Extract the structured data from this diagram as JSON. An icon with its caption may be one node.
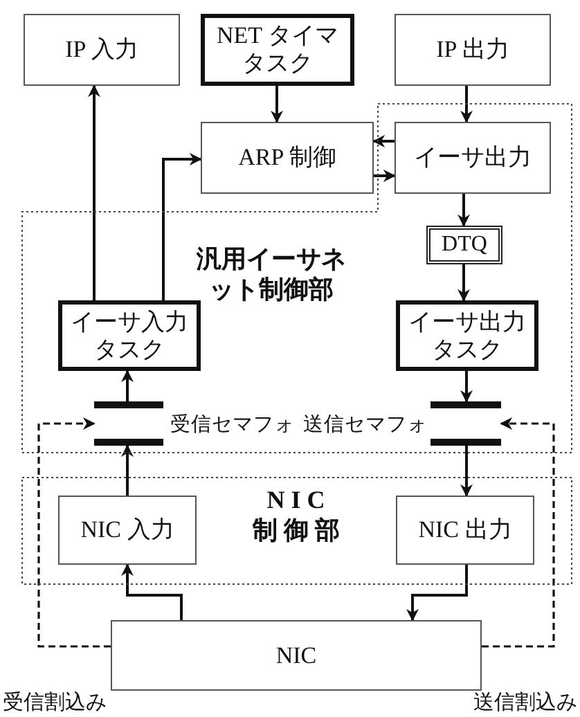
{
  "diagram": {
    "nodes": [
      {
        "text": [
          "IP 入力"
        ]
      },
      {
        "text": [
          "NET タイマタスク"
        ]
      },
      {
        "text": [
          "IP 出力"
        ]
      },
      {
        "text": [
          "ARP 制御"
        ]
      },
      {
        "text": [
          "汎用イーサネット制御部"
        ]
      },
      {
        "text": [
          "イーサ出力"
        ],
        "in": 4
      },
      {
        "text": [
          "DTQ"
        ],
        "in": 4
      },
      {
        "text": [
          "イーサ入力タスク"
        ],
        "in": 4
      },
      {
        "text": [
          "イーサ出力タスク"
        ],
        "in": 4
      },
      {
        "text": [],
        "shape": "bar",
        "beside": [
          "受信セマフォ"
        ],
        "in": 4
      },
      {
        "text": [],
        "shape": "bar",
        "beside": [
          "送信セマフォ"
        ],
        "in": 4
      },
      {
        "text": [
          "NIC 制御部"
        ]
      },
      {
        "text": [
          "NIC 入力"
        ],
        "in": 11
      },
      {
        "text": [
          "NIC 出力"
        ],
        "in": 11
      },
      {
        "text": [
          "NIC"
        ]
      }
    ],
    "edges": [
      {
        "from": 7,
        "to": 0,
        "arrow": "to"
      },
      {
        "from": 7,
        "to": 3,
        "arrow": "to"
      },
      {
        "from": 1,
        "to": 3,
        "arrow": "to"
      },
      {
        "from": 2,
        "to": 5,
        "arrow": "to"
      },
      {
        "from": 5,
        "to": 3,
        "arrow": "to"
      },
      {
        "from": 3,
        "to": 5,
        "arrow": "to"
      },
      {
        "from": 5,
        "to": 6,
        "arrow": "to"
      },
      {
        "from": 6,
        "to": 8,
        "arrow": "to"
      },
      {
        "from": 8,
        "to": 10,
        "arrow": "to"
      },
      {
        "from": 10,
        "to": 13,
        "arrow": "to"
      },
      {
        "from": 13,
        "to": 14,
        "arrow": "to"
      },
      {
        "from": 14,
        "to": 12,
        "arrow": "to"
      },
      {
        "from": 12,
        "to": 9,
        "arrow": "to"
      },
      {
        "from": 9,
        "to": 7,
        "arrow": "to"
      },
      {
        "from": 14,
        "to": 9,
        "arrow": "to",
        "style": "dashed",
        "label": "受信割込み"
      },
      {
        "from": 14,
        "to": 10,
        "arrow": "to",
        "style": "dashed",
        "label": "送信割込み"
      }
    ]
  }
}
